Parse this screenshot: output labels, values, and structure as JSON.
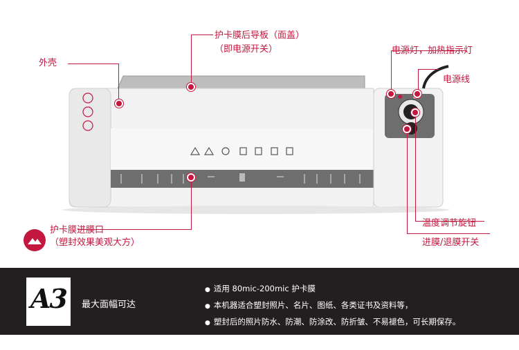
{
  "labels": {
    "back_guide_board": "护卡膜后导板（面盖）",
    "back_guide_board_sub": "（即电源开关）",
    "shell": "外壳",
    "power_heat_light": "电源灯，加热指示灯",
    "power_cord": "电源线",
    "temp_knob": "温度调节旋钮",
    "feed_switch": "进膜/退膜开关",
    "card_entry": "护卡膜进膜口",
    "card_entry_sub": "（塑封效果美观大方）"
  },
  "band": {
    "a3_mark": "A3",
    "max_size": "最大面幅可达",
    "features": [
      "适用 80mic-200mic 护卡膜",
      "本机器适合塑封照片、名片、图纸、各类证书及资料等，",
      "塑封后的照片防水、防潮、防涂改、防折皱、不易褪色，可长期保存。"
    ]
  },
  "colors": {
    "accent": "#c3173f",
    "band": "#231f20"
  }
}
